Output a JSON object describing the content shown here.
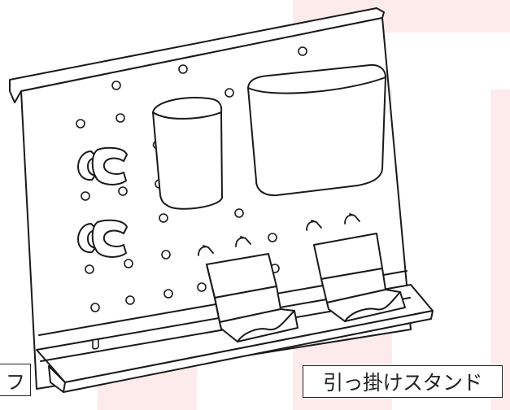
{
  "colors": {
    "background": "#ffffff",
    "accent_band": "#fcebea",
    "line": "#1a1a1a",
    "fill": "#ffffff"
  },
  "labels": {
    "left_partial": "フ",
    "hook_stand": "引っ掛けスタンド"
  },
  "parts": {
    "board": "pegboard-panel",
    "cups": [
      "round-cup-holder",
      "wide-cup-holder"
    ],
    "clips": [
      "clip-hook-upper",
      "clip-hook-lower"
    ],
    "stands": [
      "hook-stand-left",
      "hook-stand-right"
    ],
    "tray": "bottom-tray"
  }
}
